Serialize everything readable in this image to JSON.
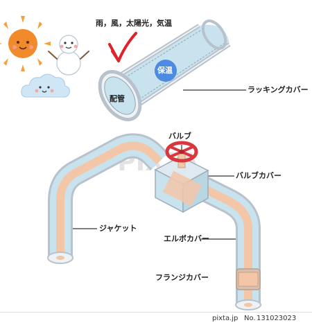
{
  "labels": {
    "weather": "雨，風，太陽光，気温",
    "insulation": "保温",
    "pipe": "配管",
    "lagging_cover": "ラッキングカバー",
    "valve": "バルブ",
    "valve_cover": "バルブカバー",
    "jacket": "ジャケット",
    "elbow_cover": "エルボカバー",
    "flange_cover": "フランジカバー"
  },
  "watermark": "PIXTA",
  "footer": {
    "site": "pixta.jp",
    "id_label": "No.",
    "id": "131023023"
  },
  "colors": {
    "cover_outline": "#b8c2cc",
    "insulation_fill": "#c9e3ee",
    "pipe_fill": "#f3c6a8",
    "valve_red": "#d9363e",
    "insulation_badge": "#4d8be0",
    "arrow_red": "#e0222a",
    "sun": "#f08a2a"
  },
  "icons": [
    "sun-icon",
    "snowman-icon",
    "cloud-icon",
    "valve-wheel-icon"
  ]
}
